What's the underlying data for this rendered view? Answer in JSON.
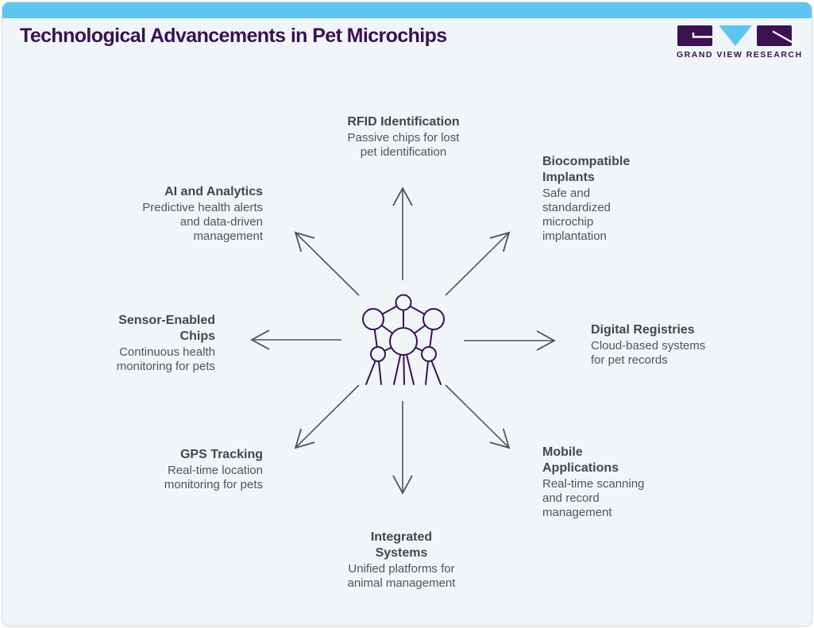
{
  "header": {
    "title": "Technological Advancements in Pet Microchips",
    "brand": "GRAND VIEW RESEARCH"
  },
  "colors": {
    "accent_blue": "#5cc6f0",
    "brand_purple": "#3b1153",
    "heading_text": "#3e4852",
    "body_text": "#4c565e",
    "arrow_gray": "#4b5358",
    "card_background": "#f0f5f8"
  },
  "diagram": {
    "center_icon": "network-icon",
    "items": [
      {
        "id": "rfid",
        "title": "RFID Identification",
        "description": "Passive chips for lost pet identification"
      },
      {
        "id": "biocompatible",
        "title": "Biocompatible Implants",
        "description": "Safe and standardized microchip implantation"
      },
      {
        "id": "digital-registries",
        "title": "Digital Registries",
        "description": "Cloud-based systems for pet records"
      },
      {
        "id": "mobile-applications",
        "title": "Mobile Applications",
        "description": "Real-time scanning and record management"
      },
      {
        "id": "integrated-systems",
        "title": "Integrated Systems",
        "description": "Unified platforms for animal management"
      },
      {
        "id": "gps-tracking",
        "title": "GPS Tracking",
        "description": "Real-time location monitoring for pets"
      },
      {
        "id": "sensor-chips",
        "title": "Sensor-Enabled Chips",
        "description": "Continuous health monitoring for pets"
      },
      {
        "id": "ai-analytics",
        "title": "AI and Analytics",
        "description": "Predictive health alerts and data-driven management"
      }
    ]
  }
}
